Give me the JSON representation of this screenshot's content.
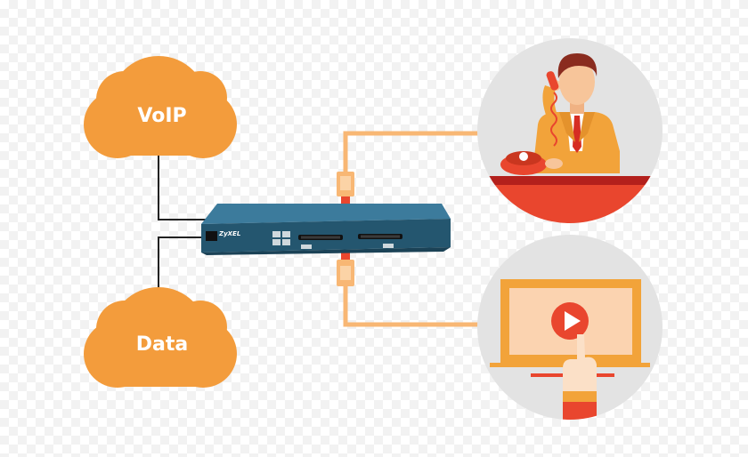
{
  "clouds": {
    "voip_label": "VoIP",
    "data_label": "Data"
  },
  "device": {
    "brand": "ZyXEL"
  },
  "colors": {
    "cloud": "#f39c3c",
    "cable": "#f8b774",
    "device_body": "#2e6a8a",
    "device_front": "#24566f",
    "circle_bg": "#e3e3e3",
    "accent_red": "#e9462e",
    "dark_red": "#b3201c",
    "skin": "#f7c59a",
    "suit": "#f2a33a"
  },
  "icons": {
    "phone_user": "person-on-phone-icon",
    "video": "video-play-icon"
  }
}
